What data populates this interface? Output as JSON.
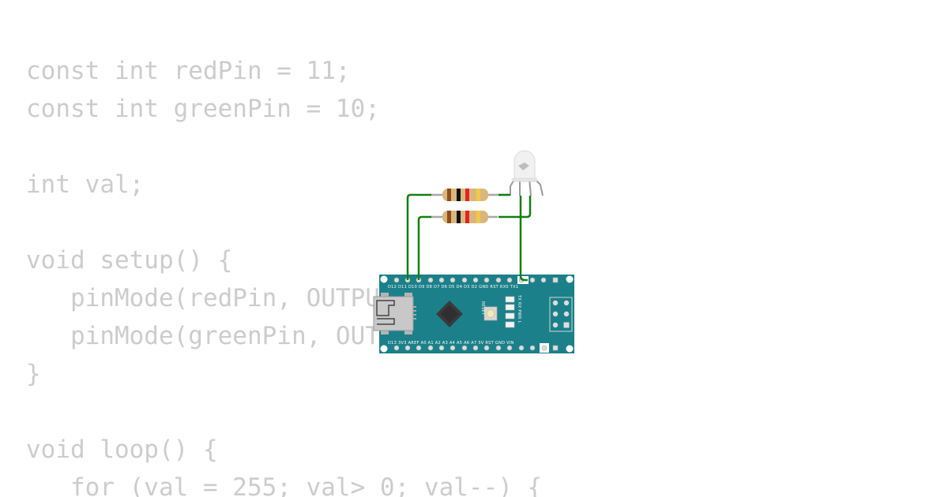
{
  "code": {
    "lines": [
      "const int redPin = 11;",
      "const int greenPin = 10;",
      "",
      "int val;",
      "",
      "void setup() {",
      "   pinMode(redPin, OUTPUT);",
      "   pinMode(greenPin, OUTPUT);",
      "}",
      "",
      "void loop() {",
      "   for (val = 255; val> 0; val--) {"
    ]
  },
  "board": {
    "top_pins_label": "D12 D11 D10 D9 D8 D7 D6 D5 D4 D3 D2 GND RST RX0 TX1",
    "bottom_pins_label": "D13 3V3 AREF A0 A1 A2 A3 A4 A5 A6 A7 5V RST GND VIN",
    "reset_label": "RESET",
    "led_label": "TX RX PWR L"
  },
  "colors": {
    "code_text": "#cccccc",
    "board": "#1b8089",
    "wire": "#118011",
    "resistor_body": "#d9b77c"
  }
}
